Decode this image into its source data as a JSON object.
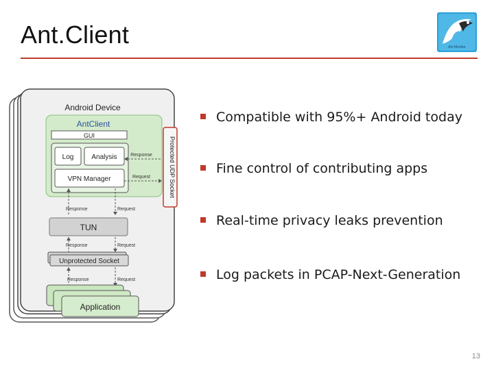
{
  "slide": {
    "title": "Ant.Client",
    "page_number": "13",
    "accent_color": "#c0392b",
    "bullets": [
      "Compatible with 95%+ Android today",
      "Fine control of contributing apps",
      "Real-time privacy leaks prevention",
      "Log packets in PCAP-Next-Generation"
    ]
  },
  "logo": {
    "icon": "ant-logo-icon",
    "caption": "Ant Monitor"
  },
  "diagram": {
    "android_device": "Android Device",
    "antclient": "AntClient",
    "gui": "GUI",
    "log": "Log",
    "analysis": "Analysis",
    "vpn_manager": "VPN Manager",
    "protected_socket": "Protected UDP Socket",
    "tun": "TUN",
    "unprotected_socket": "Unprotected Socket",
    "application": "Application",
    "response": "Response",
    "request": "Request"
  }
}
